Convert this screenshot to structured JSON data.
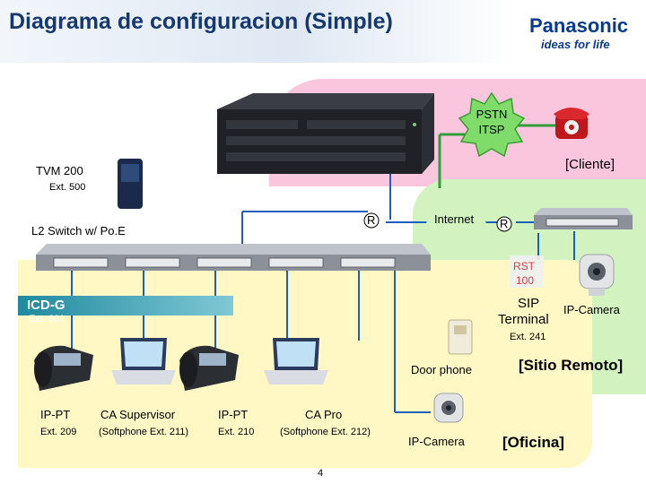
{
  "header": {
    "title": "Diagrama de configuracion (Simple)",
    "brand": "Panasonic",
    "tagline": "ideas for life"
  },
  "labels": {
    "pstn": "PSTN",
    "itsp": "ITSP",
    "cliente": "[Cliente]",
    "tvm": "TVM 200",
    "tvm_ext": "Ext. 500",
    "l2switch": "L2 Switch w/ Po.E",
    "router": "R",
    "internet": "Internet",
    "router2": "R",
    "rst_top": "RST",
    "rst_bottom": "100",
    "sip_line1": "SIP",
    "sip_line2": "Terminal",
    "sip_ext": "Ext. 241",
    "ip_camera_remote": "IP-Camera",
    "sitio_remoto": "[Sitio Remoto]",
    "icdg": "ICD-G",
    "icdg_ext": "Ext. 601",
    "door_phone": "Door phone",
    "ip_camera_office": "IP-Camera",
    "oficina": "[Oficina]",
    "page_number": "4"
  },
  "devices": [
    {
      "name": "IP-PT",
      "ext": "Ext. 209"
    },
    {
      "name": "CA Supervisor",
      "ext": "(Softphone Ext. 211)"
    },
    {
      "name": "IP-PT",
      "ext": "Ext. 210"
    },
    {
      "name": "CA Pro",
      "ext": "(Softphone Ext. 212)"
    }
  ],
  "colors": {
    "title": "#16386e",
    "brand": "#0b3a8c",
    "pink_zone": "#f9c6de",
    "green_zone": "#d2f2c0",
    "yellow_zone": "#fff8c4",
    "cloud": "#7fdc6a",
    "icdg_bar": "#1f8a9e",
    "link_green": "#2f9e3a",
    "link_blue": "#1c5fbf"
  },
  "icons": [
    "red-telephone-icon",
    "pbx-icon",
    "tvm-icon",
    "switch-icon",
    "router-icon",
    "ip-phone-icon",
    "laptop-icon",
    "door-phone-icon",
    "ip-camera-icon"
  ]
}
